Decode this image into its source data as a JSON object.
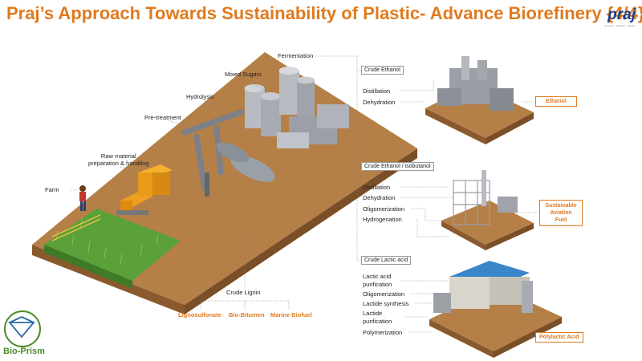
{
  "title": "Praj’s Approach Towards Sustainability of Plastic- Advance Biorefinery {4/4}",
  "logo": {
    "text": "praj",
    "tagline": "Innovate · Integrate · Deliver"
  },
  "process_steps": {
    "farm": "Farm",
    "raw_material": "Raw material\npreparation & handling",
    "pretreatment": "Pre-treatment",
    "hydrolysis": "Hydrolysis",
    "mixed_sugars": "Mixed Sugars",
    "fermentation": "Fermentation"
  },
  "lignin": {
    "label": "Crude Lignin",
    "products": [
      "Lignosulfonate",
      "Bio-Bitumen",
      "Marine Biofuel"
    ]
  },
  "routes": [
    {
      "feed": "Crude Ethanol",
      "steps": [
        "Distillation",
        "Dehydration"
      ],
      "product": "Ethanol"
    },
    {
      "feed": "Crude Ethanol / isobutanol",
      "steps": [
        "Distillation",
        "Dehydration",
        "Oligomerization",
        "Hydrogenation"
      ],
      "product": "Sustainable\nAviation\nFuel"
    },
    {
      "feed": "Crude Lactic acid",
      "steps": [
        "Lactic acid\npurification",
        "Oligomerization",
        "Lactide synthesis",
        "Lactide\npurification",
        "Polymerization"
      ],
      "product": "Polylactic Acid"
    }
  ],
  "badge": {
    "text": "Bio-Prism"
  },
  "colors": {
    "title": "#e07a1f",
    "ground": "#b07a45",
    "grass": "#5aa13a",
    "logo": "#1e3f8c",
    "badge": "#4c8c2b"
  }
}
